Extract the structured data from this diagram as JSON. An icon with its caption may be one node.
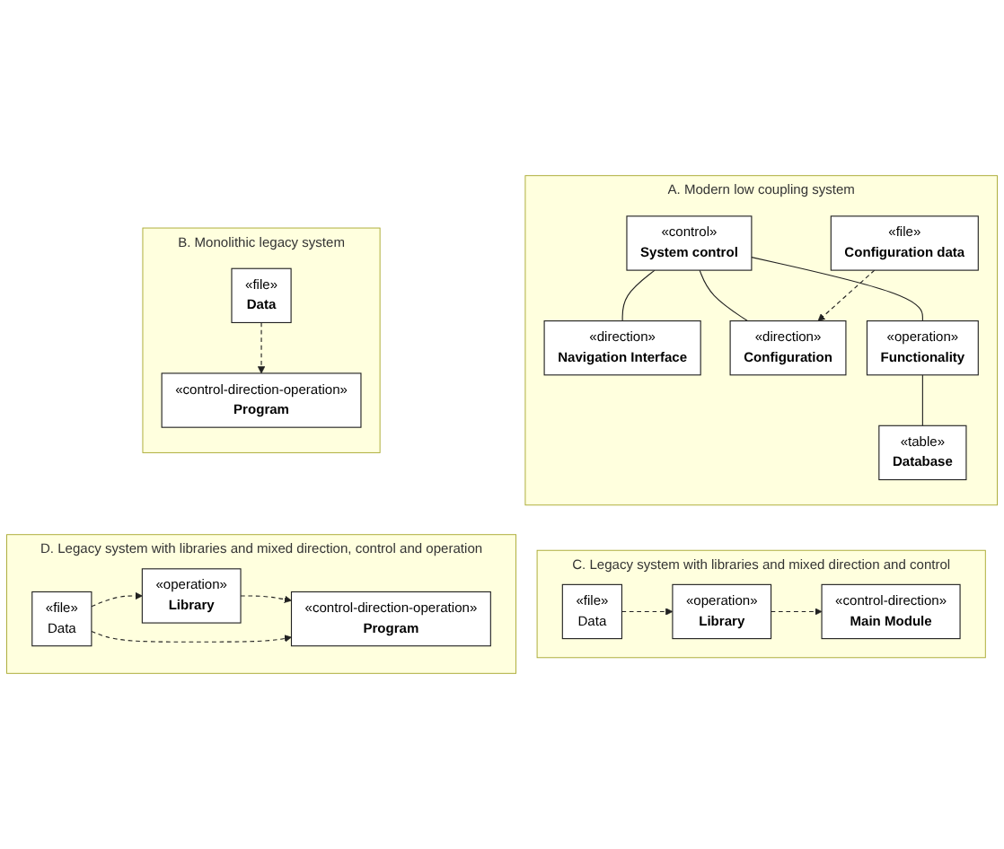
{
  "diagram": {
    "nodes": [
      {
        "text": [
          "A. Modern low coupling system"
        ]
      },
      {
        "text": [
          "«control»",
          "System control"
        ],
        "in": 0
      },
      {
        "text": [
          "«direction»",
          "Navigation Interface"
        ],
        "in": 0
      },
      {
        "text": [
          "«direction»",
          "Configuration"
        ],
        "in": 0
      },
      {
        "text": [
          "«file»",
          "Configuration data"
        ],
        "in": 0
      },
      {
        "text": [
          "«operation»",
          "Functionality"
        ],
        "in": 0
      },
      {
        "text": [
          "«table»",
          "Database"
        ],
        "in": 0
      },
      {
        "text": [
          "B. Monolithic legacy system"
        ]
      },
      {
        "text": [
          "«control-direction-operation»",
          "Program"
        ],
        "in": 7
      },
      {
        "text": [
          "«file»",
          "Data"
        ],
        "in": 7
      },
      {
        "text": [
          "C. Legacy system with libraries and mixed direction and control"
        ]
      },
      {
        "text": [
          "«operation»",
          "Library"
        ],
        "in": 10
      },
      {
        "text": [
          "«control-direction»",
          "Main Module"
        ],
        "in": 10
      },
      {
        "text": [
          "«file»",
          "Data"
        ],
        "in": 10
      },
      {
        "text": [
          "D. Legacy system with libraries and mixed direction, control and operation"
        ]
      },
      {
        "text": [
          "«operation»",
          "Library"
        ],
        "in": 14
      },
      {
        "text": [
          "«control-direction-operation»",
          "Program"
        ],
        "in": 14
      },
      {
        "text": [
          "«file»",
          "Data"
        ],
        "in": 14
      }
    ],
    "edges": [
      {
        "from": 1,
        "to": 2,
        "arrow": "none"
      },
      {
        "from": 1,
        "to": 3,
        "arrow": "none"
      },
      {
        "from": 1,
        "to": 5,
        "arrow": "none"
      },
      {
        "from": 4,
        "to": 3,
        "arrow": "to",
        "style": "dashed"
      },
      {
        "from": 5,
        "to": 6,
        "arrow": "none"
      },
      {
        "from": 9,
        "to": 8,
        "arrow": "to",
        "style": "dashed"
      },
      {
        "from": 11,
        "to": 12,
        "arrow": "to",
        "style": "dashed"
      },
      {
        "from": 13,
        "to": 11,
        "arrow": "to",
        "style": "dashed"
      },
      {
        "from": 15,
        "to": 16,
        "arrow": "to",
        "style": "dashed"
      },
      {
        "from": 17,
        "to": 15,
        "arrow": "to",
        "style": "dashed"
      },
      {
        "from": 17,
        "to": 16,
        "arrow": "to",
        "style": "dashed"
      }
    ]
  }
}
